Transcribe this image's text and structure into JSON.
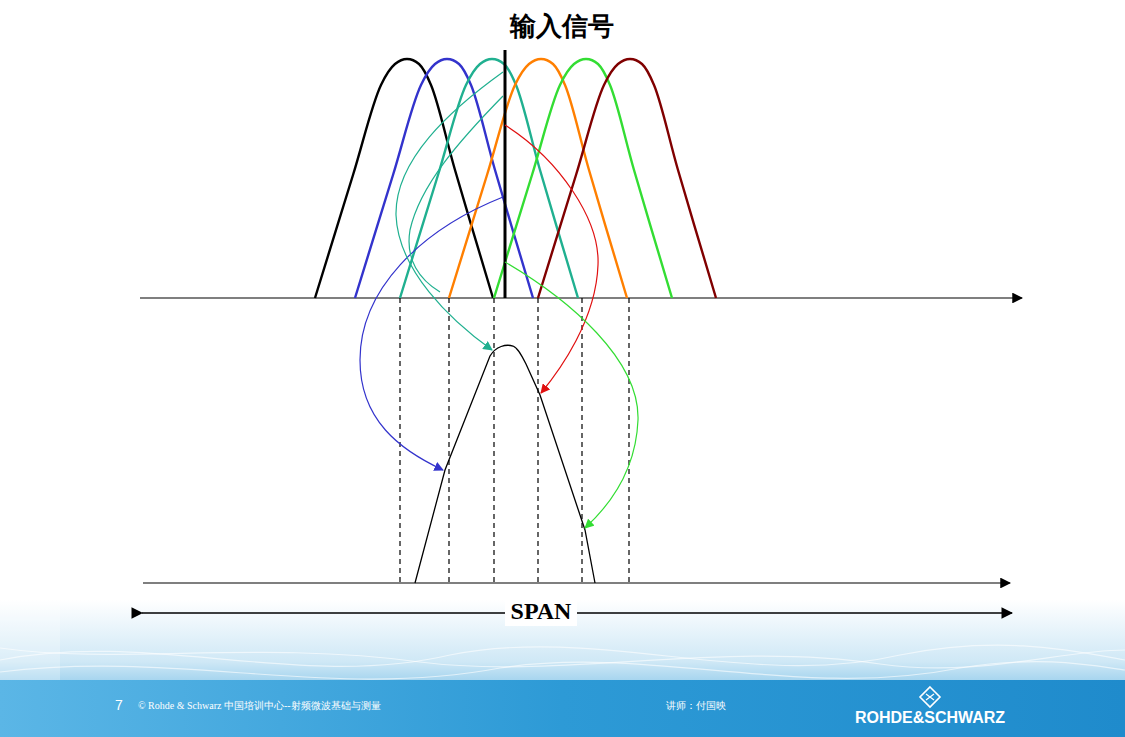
{
  "diagram": {
    "labels": [
      "输入信号",
      "SPAN",
      "7",
      "© Rohde & Schwarz 中国培训中心--射频微波基础与测量",
      "讲师：付国映",
      "ROHDE&SCHWARZ"
    ]
  }
}
